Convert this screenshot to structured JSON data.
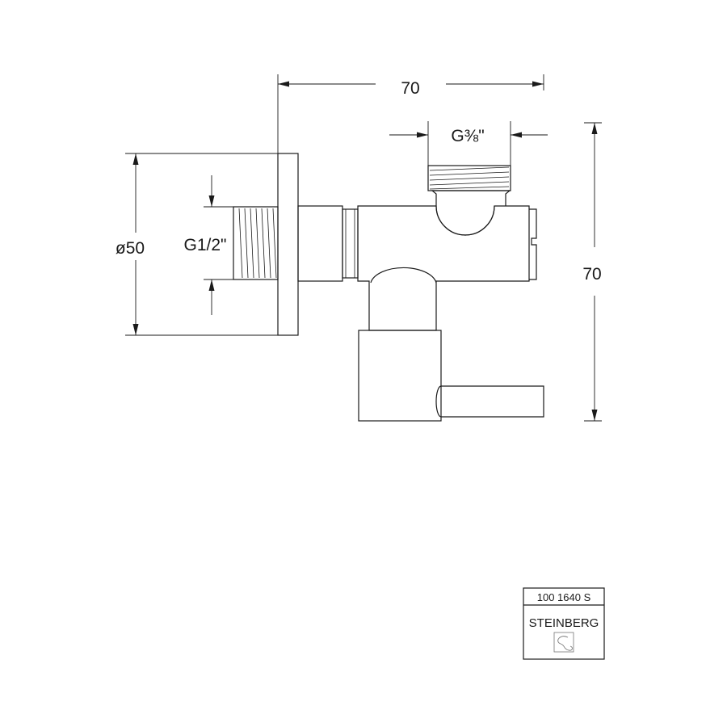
{
  "dimensions": {
    "top_width": "70",
    "outlet_thread": "G⅜\"",
    "right_height": "70",
    "flange_diameter": "ø50",
    "inlet_thread": "G1/2\""
  },
  "title_block": {
    "article_number": "100 1640 S",
    "brand": "STEINBERG"
  }
}
